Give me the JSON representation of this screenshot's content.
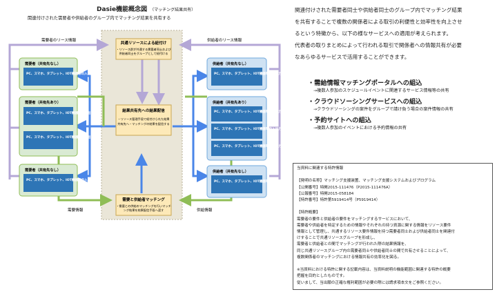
{
  "diagram": {
    "title": "Dasie機能概念図",
    "title_sub": "（マッチング結果共有）",
    "subtitle": "関連付けされた需要者や供給者のグループ内でマッチング結果を共有する",
    "left_arrow_label": "需要者のリース情報",
    "right_arrow_label": "供給者のリース情報",
    "bottom_left_label": "需要情報",
    "bottom_right_label": "供給情報",
    "consumers": [
      {
        "label": "需要者（共有先なし）",
        "devices": [
          "PC、スマホ、タブレット、IOT機器等の入出力装置"
        ]
      },
      {
        "label": "需要者（共有先あり）",
        "devices": [
          "PC、スマホ、タブレット、IOT機器等の入出力装置",
          "PC、スマホ、タブレット、IOT機器等の入出力装置"
        ]
      },
      {
        "label": "需要者（共有先なし）",
        "devices": [
          "PC、スマホ、タブレット、IOT機器等の入出力装置"
        ]
      }
    ],
    "suppliers": [
      {
        "label": "供給者（共有先なし）",
        "devices": [
          "PC、スマホ、タブレット、IOT機器等の入出力装置"
        ]
      },
      {
        "label": "供給者（共有先あり）",
        "devices": [
          "PC、スマホ、タブレット、IOT機器等の入出力装置",
          "PC、スマホ、タブレット、IOT機器等の入出力装置",
          "PC、スマホ、タブレット、IOT機器等の入出力装置"
        ]
      },
      {
        "label": "供給者（共有先なし）",
        "devices": [
          "PC、スマホ、タブレット、IOT機器等の入出力装置"
        ]
      }
    ],
    "center": [
      {
        "title": "共通リソースによる紐付け",
        "lines": [
          "・リソース群が共通する需要者同士および",
          "供給者同士をグループとして紐付ける"
        ]
      },
      {
        "title": "結果共有先への結果配信",
        "lines": [
          "・リソース管理手段で紐付けられた結果",
          "共有先へ・マッチングの結果を配信する"
        ]
      },
      {
        "title": "需要と供給者マッチング",
        "lines": [
          "・需要との供給のマッチングを行いマッチ",
          "ング結果を結果配信手段へ渡す"
        ]
      }
    ]
  },
  "intro": [
    "関連付けされた需要者同士や供給者同士のグループ内でマッチング結果",
    "を共有することで複数の関係者による取引の利便性と効率性を向上させ",
    "るという特徴から、以下の様なサービスへの適用が考えられます。",
    "代表者の取りまとめによって行われる取引で関係者への情報共有が必要",
    "なあらゆるサービスで活用することができます。"
  ],
  "services": [
    {
      "title": "・需給情報マッチングポータルへの組込",
      "desc": "→複数人参加のスケジュールイベントに関連するサービス情報等の共有"
    },
    {
      "title": "・クラウドソーシングサービスへの組込",
      "desc": "→クラウドソーシングの案件をグループで請け負う場合の案件情報の共有"
    },
    {
      "title": "・予約サイトへの組込",
      "desc": "→複数人参加のイベントにおける予約情報の共有"
    }
  ],
  "patent": [
    "当資料に関連する特許情報",
    "",
    "【発明の名称】マッチング支援装置、マッチング支援システムおよびプログラム",
    "【公開番号】特開2015-111476（P2015-111476A）",
    "【公報番号】特開2015-058184",
    "【特許番号】特許第5919414号（P5919414）",
    "",
    "【特許概要】",
    "需要者の要件と供給者の要件をマッチングするサービスにおいて、",
    "需要者や供給者を特定するための情報やそれぞれの持つ資源に関する情報をリソース要件",
    "情報として管理し、共通するリソース要件情報を持つ需要者同士および供給者同士を関連付",
    "けすることで共通リソースグループを形成し、",
    "需要者と供給者との間でマッチングが行われた際の結果情報を、",
    "同じ共通リソースグループ内の需要者同士や供給者同士の間で共有させることによって、",
    "複数関係者のマッチングにおける情報共有の効率化を図る。",
    "",
    "※当資料における特許に関する記載内容は、当資料説明の機能範囲に関連する特許の概要",
    "把握を目的としたものです。",
    "従いまして、当出願の正確な権利範囲が必要の際には請求項本文をご参照ください。"
  ],
  "colors": {
    "consumer_fill": "#d9ead3",
    "supplier_fill": "#cfe2f3",
    "device_fill": "#2e75b6",
    "center_bg": "#eae6d8",
    "center_box": "#fde9b8",
    "purple": "#b4a7d6",
    "green": "#8fbd56",
    "blue": "#4a86e8"
  }
}
